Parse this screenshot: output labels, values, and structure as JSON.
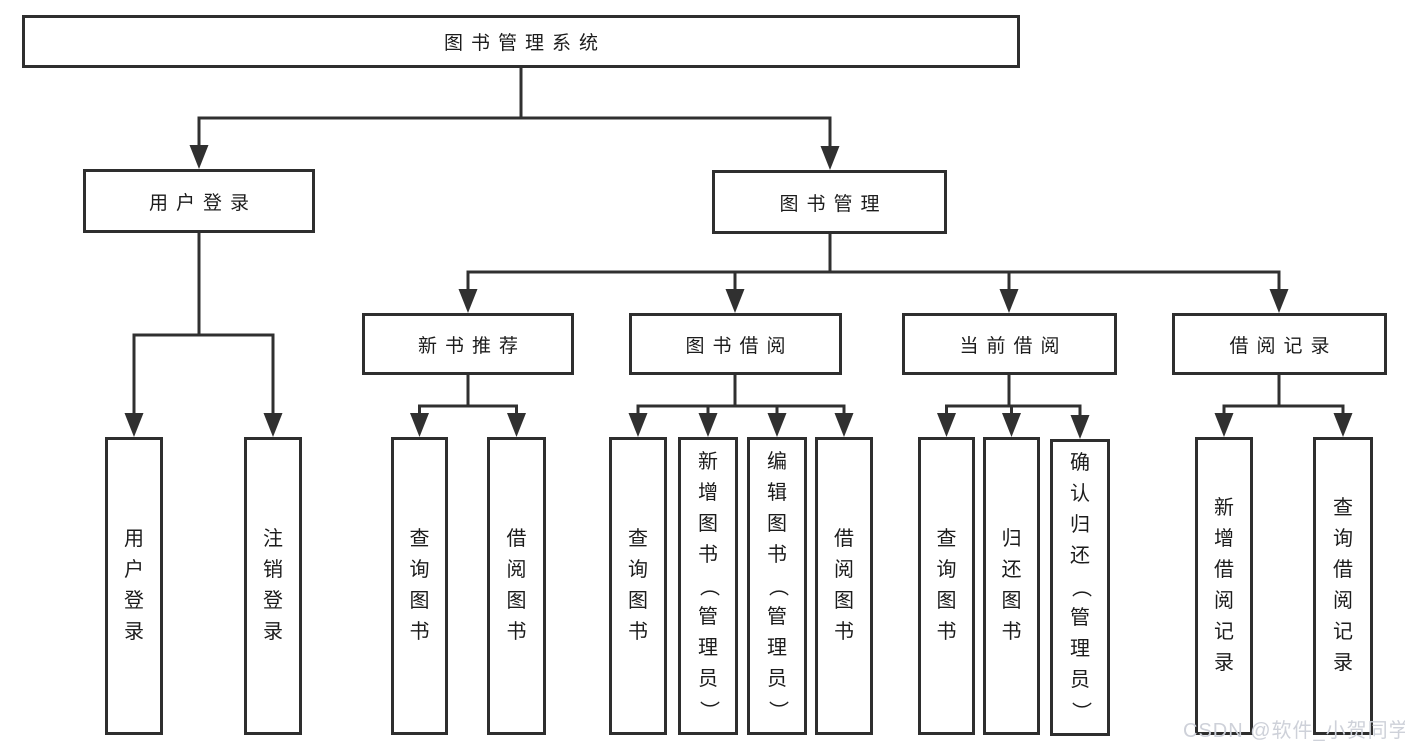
{
  "diagram_title": "图书管理系统",
  "tree": {
    "label": "图书管理系统",
    "children": [
      {
        "label": "用户登录",
        "children": [
          {
            "label": "用户登录"
          },
          {
            "label": "注销登录"
          }
        ]
      },
      {
        "label": "图书管理",
        "children": [
          {
            "label": "新书推荐",
            "children": [
              {
                "label": "查询图书"
              },
              {
                "label": "借阅图书"
              }
            ]
          },
          {
            "label": "图书借阅",
            "children": [
              {
                "label": "查询图书"
              },
              {
                "label": "新增图书（管理员）"
              },
              {
                "label": "编辑图书（管理员）"
              },
              {
                "label": "借阅图书"
              }
            ]
          },
          {
            "label": "当前借阅",
            "children": [
              {
                "label": "查询图书"
              },
              {
                "label": "归还图书"
              },
              {
                "label": "确认归还（管理员）"
              }
            ]
          },
          {
            "label": "借阅记录",
            "children": [
              {
                "label": "新增借阅记录"
              },
              {
                "label": "查询借阅记录"
              }
            ]
          }
        ]
      }
    ]
  },
  "watermark": "CSDN @软件_小贺同学",
  "colors": {
    "line": "#303030",
    "box_border": "#2e2e2e",
    "text": "#1c1c1c",
    "background": "#ffffff",
    "watermark": "#ced1d9"
  }
}
